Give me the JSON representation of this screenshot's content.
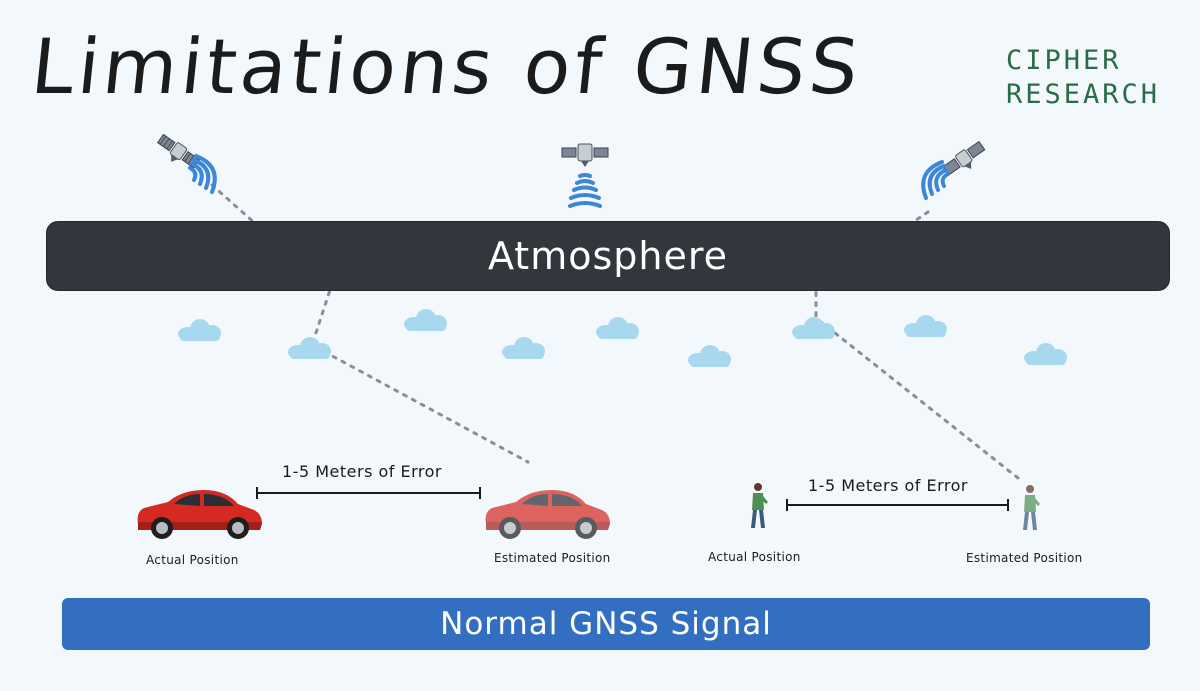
{
  "title": "Limitations of GNSS",
  "brand": {
    "line1": "CIPHER",
    "line2": "RESEARCH"
  },
  "atmosphere_label": "Atmosphere",
  "bottom_bar_label": "Normal GNSS Signal",
  "car_scenario": {
    "error_label": "1-5 Meters of Error",
    "actual_label": "Actual Position",
    "estimated_label": "Estimated Position"
  },
  "pedestrian_scenario": {
    "error_label": "1-5 Meters of Error",
    "actual_label": "Actual Position",
    "estimated_label": "Estimated Position"
  },
  "colors": {
    "background": "#f3f8fc",
    "atmosphere_bar": "#33373d",
    "signal_bar": "#336fc0",
    "brand": "#2c6b47",
    "cloud": "#a8d8f0",
    "car": "#d42a22",
    "signal_beam": "#3d86d8"
  },
  "icons": [
    "satellite-icon",
    "cloud-icon",
    "car-icon",
    "pedestrian-icon"
  ]
}
